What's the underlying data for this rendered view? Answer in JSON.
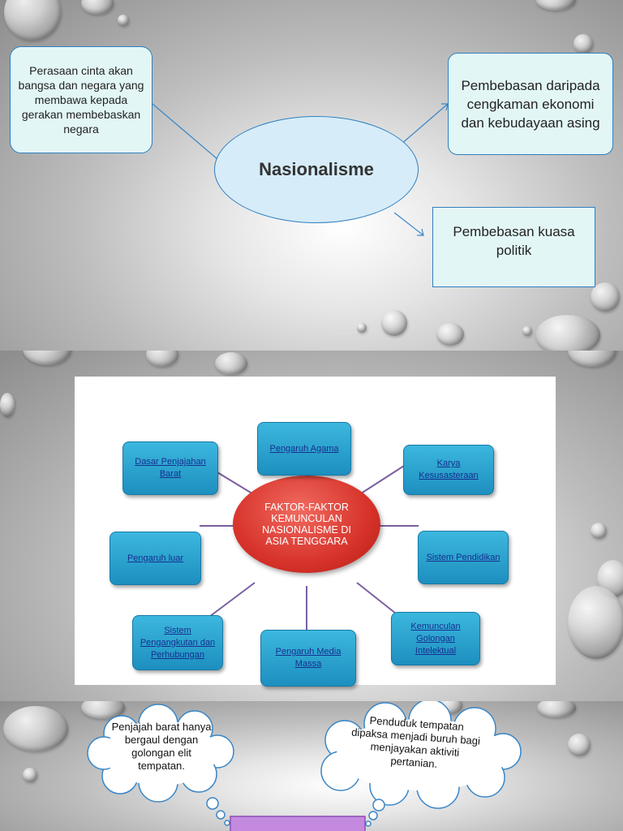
{
  "slide1": {
    "center_label": "Nasionalisme",
    "definition": "Perasaan cinta akan bangsa dan negara yang membawa kepada gerakan membebaskan negara",
    "goal_economic": "Pembebasan daripada cengkaman ekonomi dan kebudayaan asing",
    "goal_political": "Pembebasan kuasa politik"
  },
  "slide2": {
    "center_label": "FAKTOR-FAKTOR KEMUNCULAN NASIONALISME DI ASIA TENGGARA",
    "factors": [
      "Pengaruh Agama",
      "Karya Kesusasteraan",
      "Sistem Pendidikan",
      "Kemunculan Golongan Intelektual",
      "Pengaruh Media Massa",
      "Sistem Pengangkutan dan Perhubungan",
      "Pengaruh luar",
      "Dasar Penjajahan Barat"
    ]
  },
  "slide3": {
    "cloud_left": "Penjajah barat hanya bergaul dengan golongan elit tempatan.",
    "cloud_right": "Penduduk tempatan dipaksa menjadi buruh bagi menjayakan aktiviti pertanian."
  },
  "colors": {
    "box_border": "#2f7fbf",
    "box_fill": "#e3f6f6",
    "node_fill": "#2aa3d2",
    "center_red": "#d7332a",
    "link_text": "#15308f"
  }
}
